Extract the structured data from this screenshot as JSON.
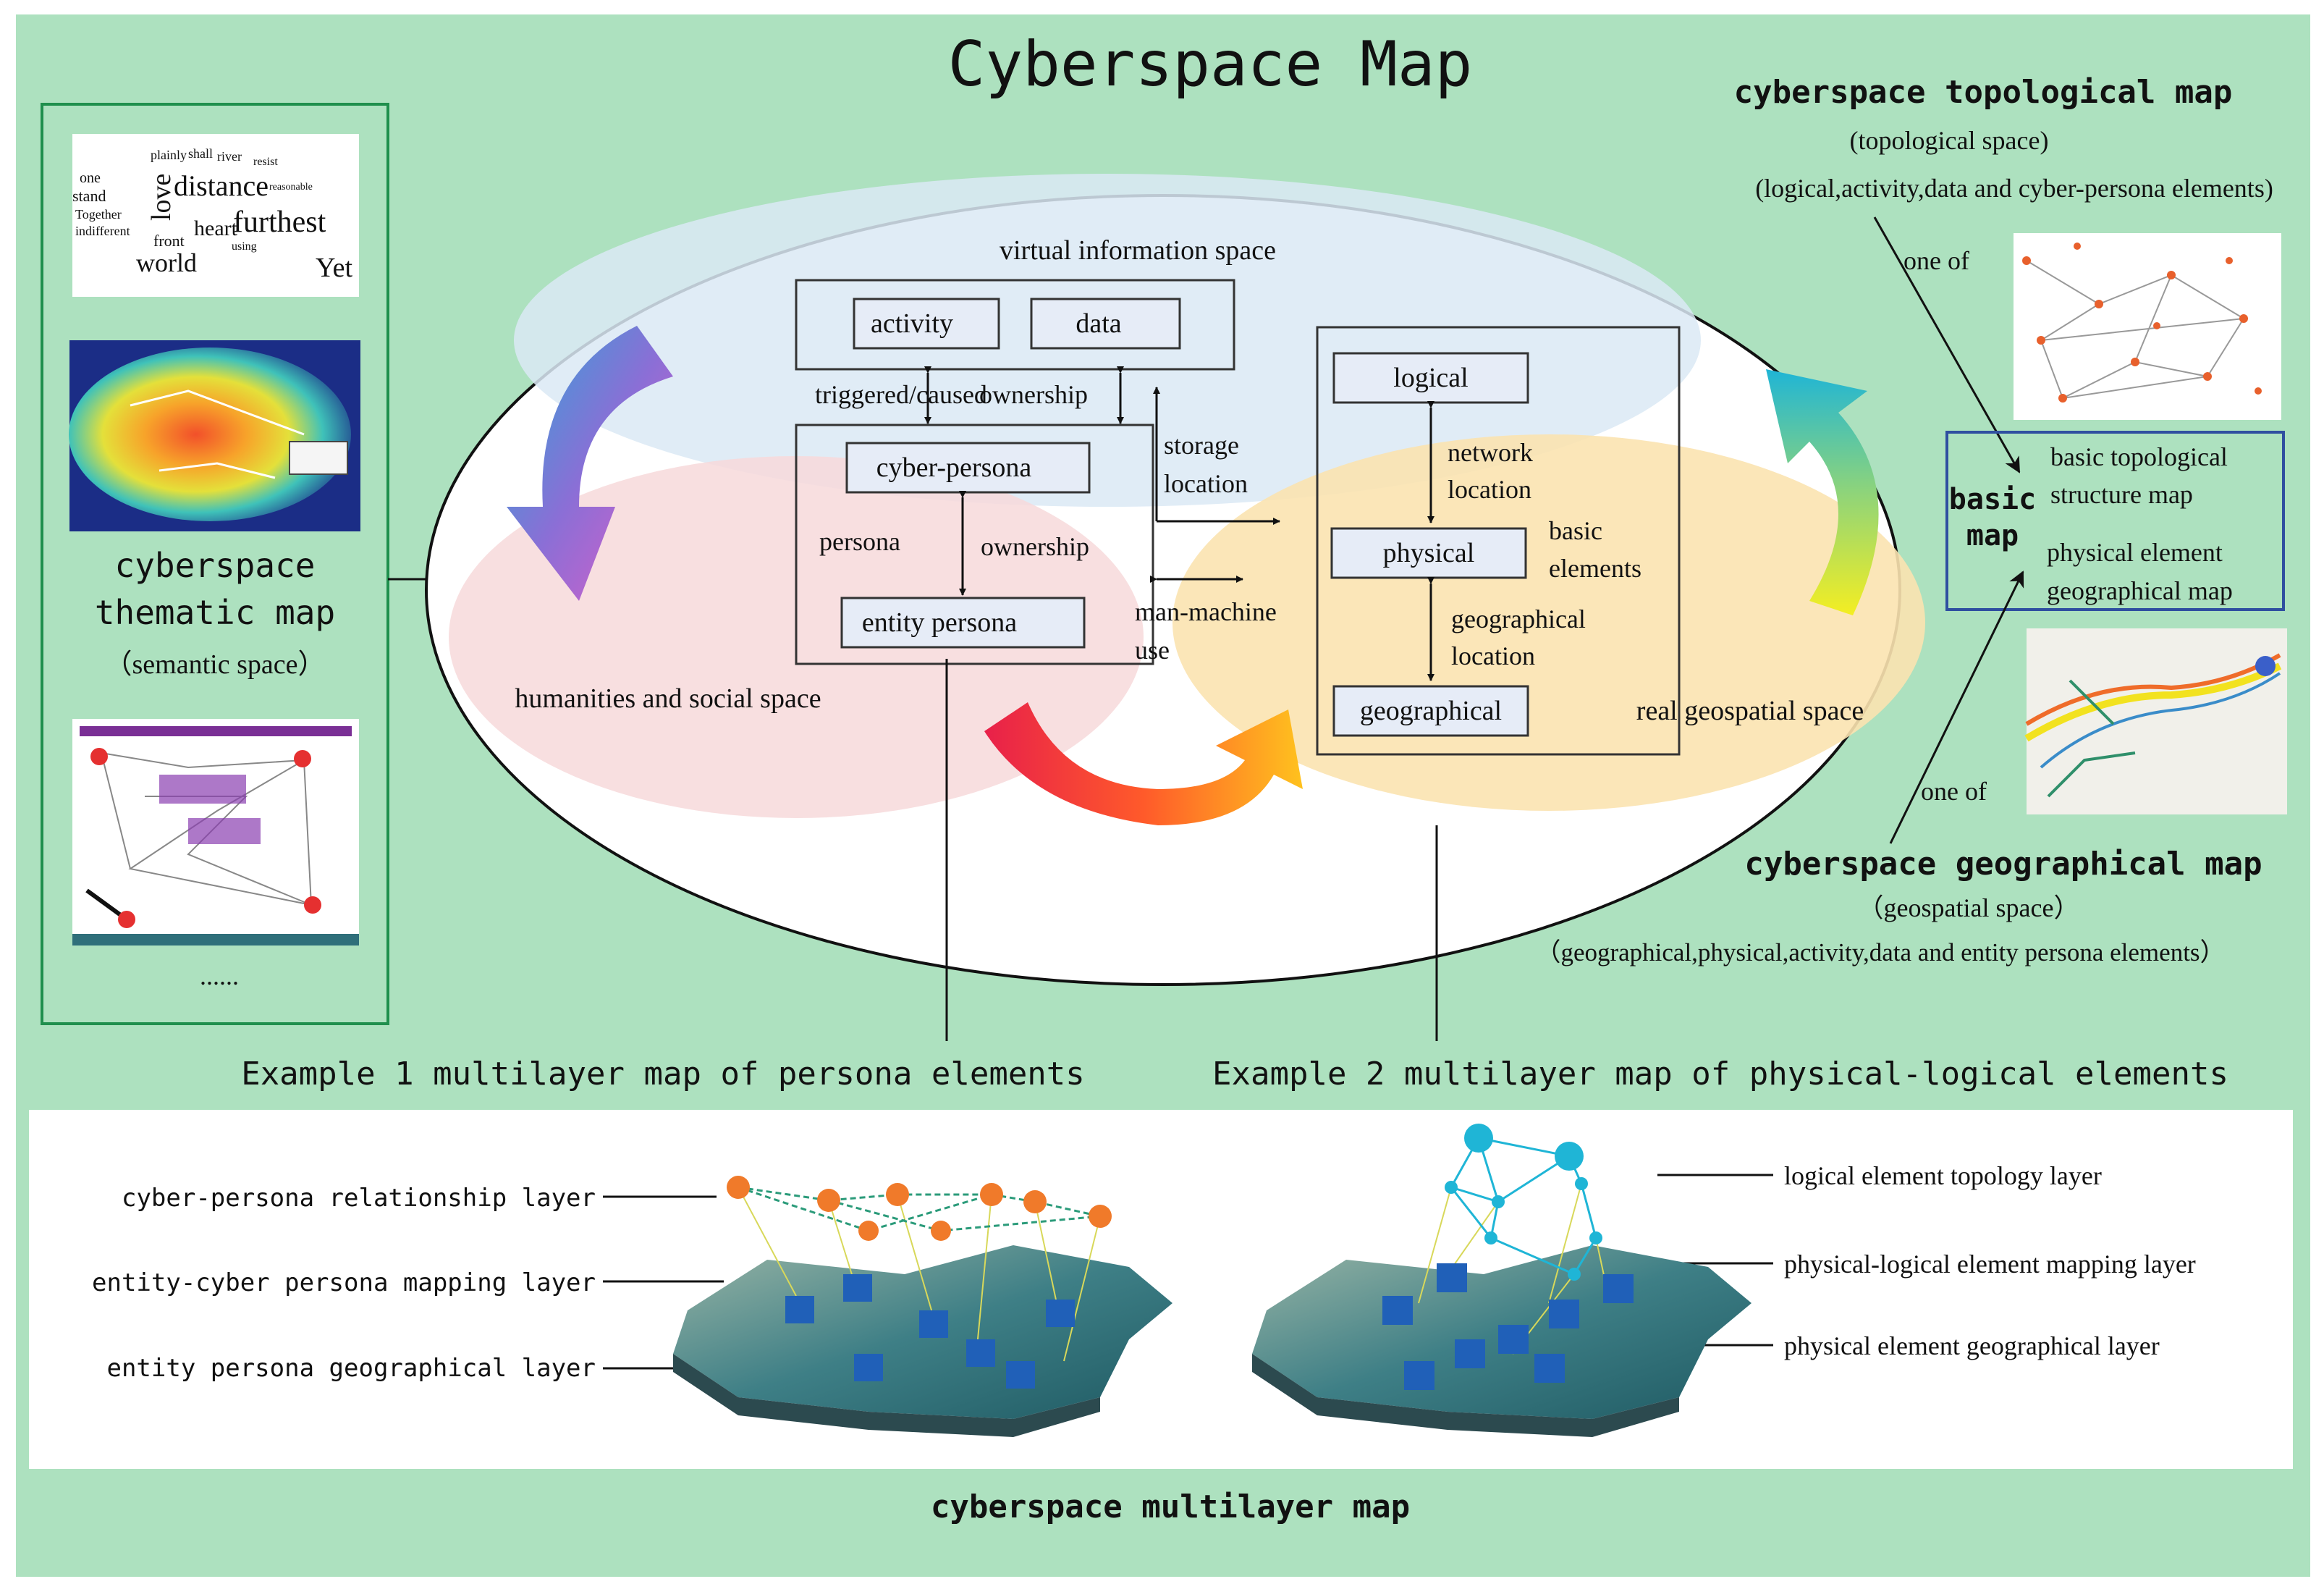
{
  "title": "Cyberspace Map",
  "colors": {
    "background": "#ade1bf",
    "frame": "#2e8b57",
    "box_fill": "#e6ecf7",
    "box_stroke": "#333333",
    "virtual_space": "#dbe9f5",
    "humanities_space": "#f7d9db",
    "geospatial_space": "#fbe3b0",
    "basic_map_border": "#2f4fa0"
  },
  "left_panel": {
    "label_line1": "cyberspace",
    "label_line2": "thematic map",
    "sublabel": "（semantic space）",
    "ellipsis": "......",
    "word_cloud": {
      "words": [
        "plainly",
        "shall",
        "river",
        "resist",
        "love",
        "distance",
        "stand",
        "one",
        "reasonable",
        "furthest",
        "heart",
        "world",
        "front",
        "Yet",
        "Together",
        "indifferent",
        "using"
      ]
    }
  },
  "ellipse": {
    "virtual_space_label": "virtual information space",
    "humanities_label": "humanities and social space",
    "real_space_label": "real geospatial space",
    "nodes": {
      "activity": "activity",
      "data": "data",
      "cyber_persona": "cyber-persona",
      "entity_persona": "entity persona",
      "logical": "logical",
      "physical": "physical",
      "geographical": "geographical"
    },
    "edge_labels": {
      "triggered": "triggered/caused",
      "ownership_top": "ownership",
      "storage_line1": "storage",
      "storage_line2": "location",
      "persona": "persona",
      "ownership_mid": "ownership",
      "man_machine_line1": "man-machine",
      "man_machine_line2": "use",
      "network_line1": "network",
      "network_line2": "location",
      "basic_line1": "basic",
      "basic_line2": "elements",
      "geo_loc_line1": "geographical",
      "geo_loc_line2": "location"
    }
  },
  "right_panel": {
    "topo_title": "cyberspace topological map",
    "topo_sub1": "(topological space)",
    "topo_sub2": "(logical,activity,data and cyber-persona elements)",
    "one_of_top": "one of",
    "basic_map_line1": "basic",
    "basic_map_line2": "map",
    "basic_topo_line1": "basic topological",
    "basic_topo_line2": "structure map",
    "phys_geo_line1": "physical element",
    "phys_geo_line2": "geographical map",
    "one_of_bottom": "one of",
    "geo_title": "cyberspace geographical map",
    "geo_sub1": "（geospatial space）",
    "geo_sub2": "（geographical,physical,activity,data and entity persona elements）"
  },
  "examples": {
    "example1": "Example 1 multilayer map of persona elements",
    "example2": "Example 2 multilayer map of physical-logical elements",
    "layers1": [
      "cyber-persona relationship layer",
      "entity-cyber persona mapping layer",
      "entity persona geographical layer"
    ],
    "layers2": [
      "logical element topology layer",
      "physical-logical element mapping layer",
      "physical element geographical layer"
    ],
    "bottom_title": "cyberspace multilayer map"
  }
}
